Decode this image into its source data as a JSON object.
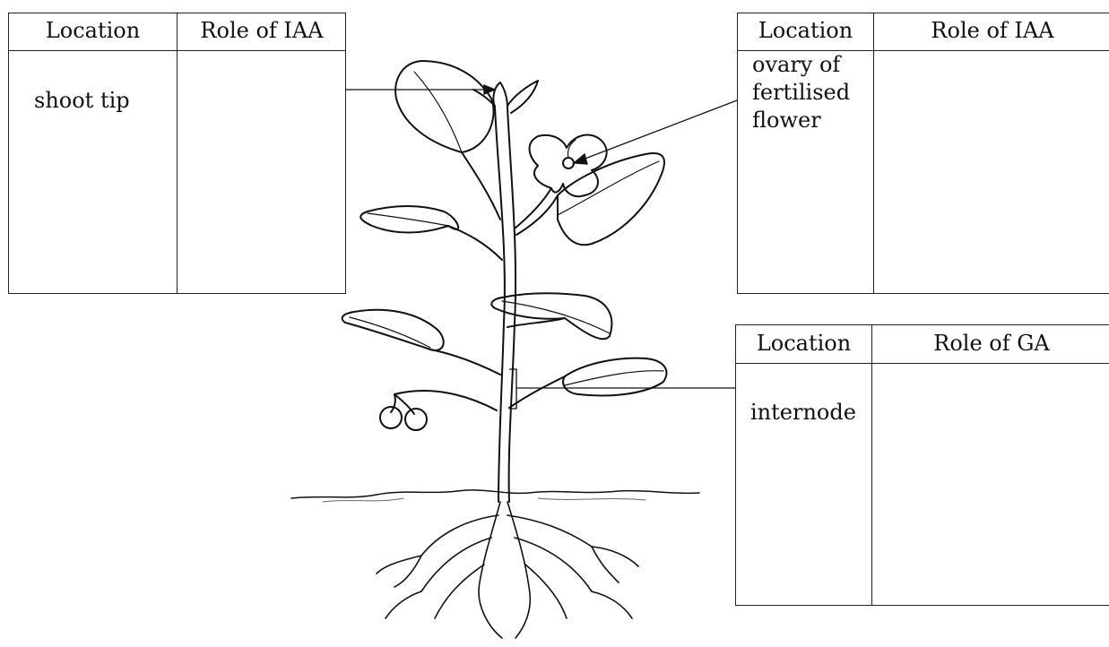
{
  "tables": {
    "shoot_tip": {
      "header_location": "Location",
      "header_role": "Role of IAA",
      "location": "shoot tip"
    },
    "ovary": {
      "header_location": "Location",
      "header_role": "Role of IAA",
      "location_lines": [
        "ovary of",
        "fertilised",
        "flower"
      ]
    },
    "internode": {
      "header_location": "Location",
      "header_role": "Role of GA",
      "location": "internode"
    }
  }
}
